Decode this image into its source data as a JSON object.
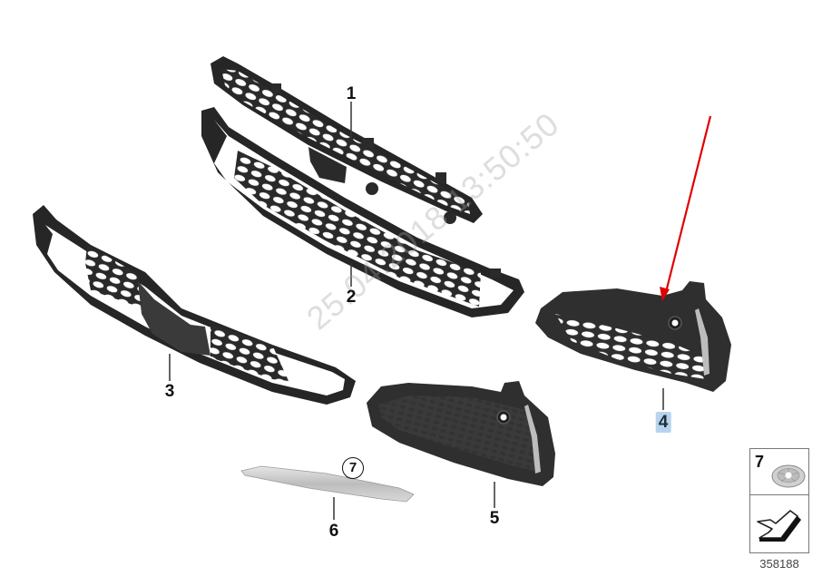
{
  "diagram": {
    "type": "exploded-parts-diagram",
    "subject": "Front bumper grille trim parts",
    "watermark": "25.04.2018 13:50:50",
    "diagram_id": "358188",
    "callouts": [
      {
        "id": "1",
        "label": "1",
        "part": "center upper grille"
      },
      {
        "id": "2",
        "label": "2",
        "part": "center lower grille"
      },
      {
        "id": "3",
        "label": "3",
        "part": "lower grille with center bracket"
      },
      {
        "id": "4",
        "label": "4",
        "part": "right fog lamp grille (highlighted)"
      },
      {
        "id": "5",
        "label": "5",
        "part": "left fog lamp cover"
      },
      {
        "id": "6",
        "label": "6",
        "part": "trim strip"
      },
      {
        "id": "7",
        "label": "7",
        "part": "clip nut (circled reference)"
      }
    ],
    "legend": {
      "item_number": "7",
      "item_icon": "clip-nut-icon",
      "arrow_icon": "direction-arrow-icon"
    },
    "annotation": {
      "type": "red-arrow",
      "color": "#e00000",
      "points_to": "part 4 top mounting tab"
    },
    "colors": {
      "part_dark": "#2b2b2b",
      "mesh_light": "#ffffff",
      "trim_silver": "#c8c8c8",
      "highlight": "#b7d4ec"
    }
  }
}
